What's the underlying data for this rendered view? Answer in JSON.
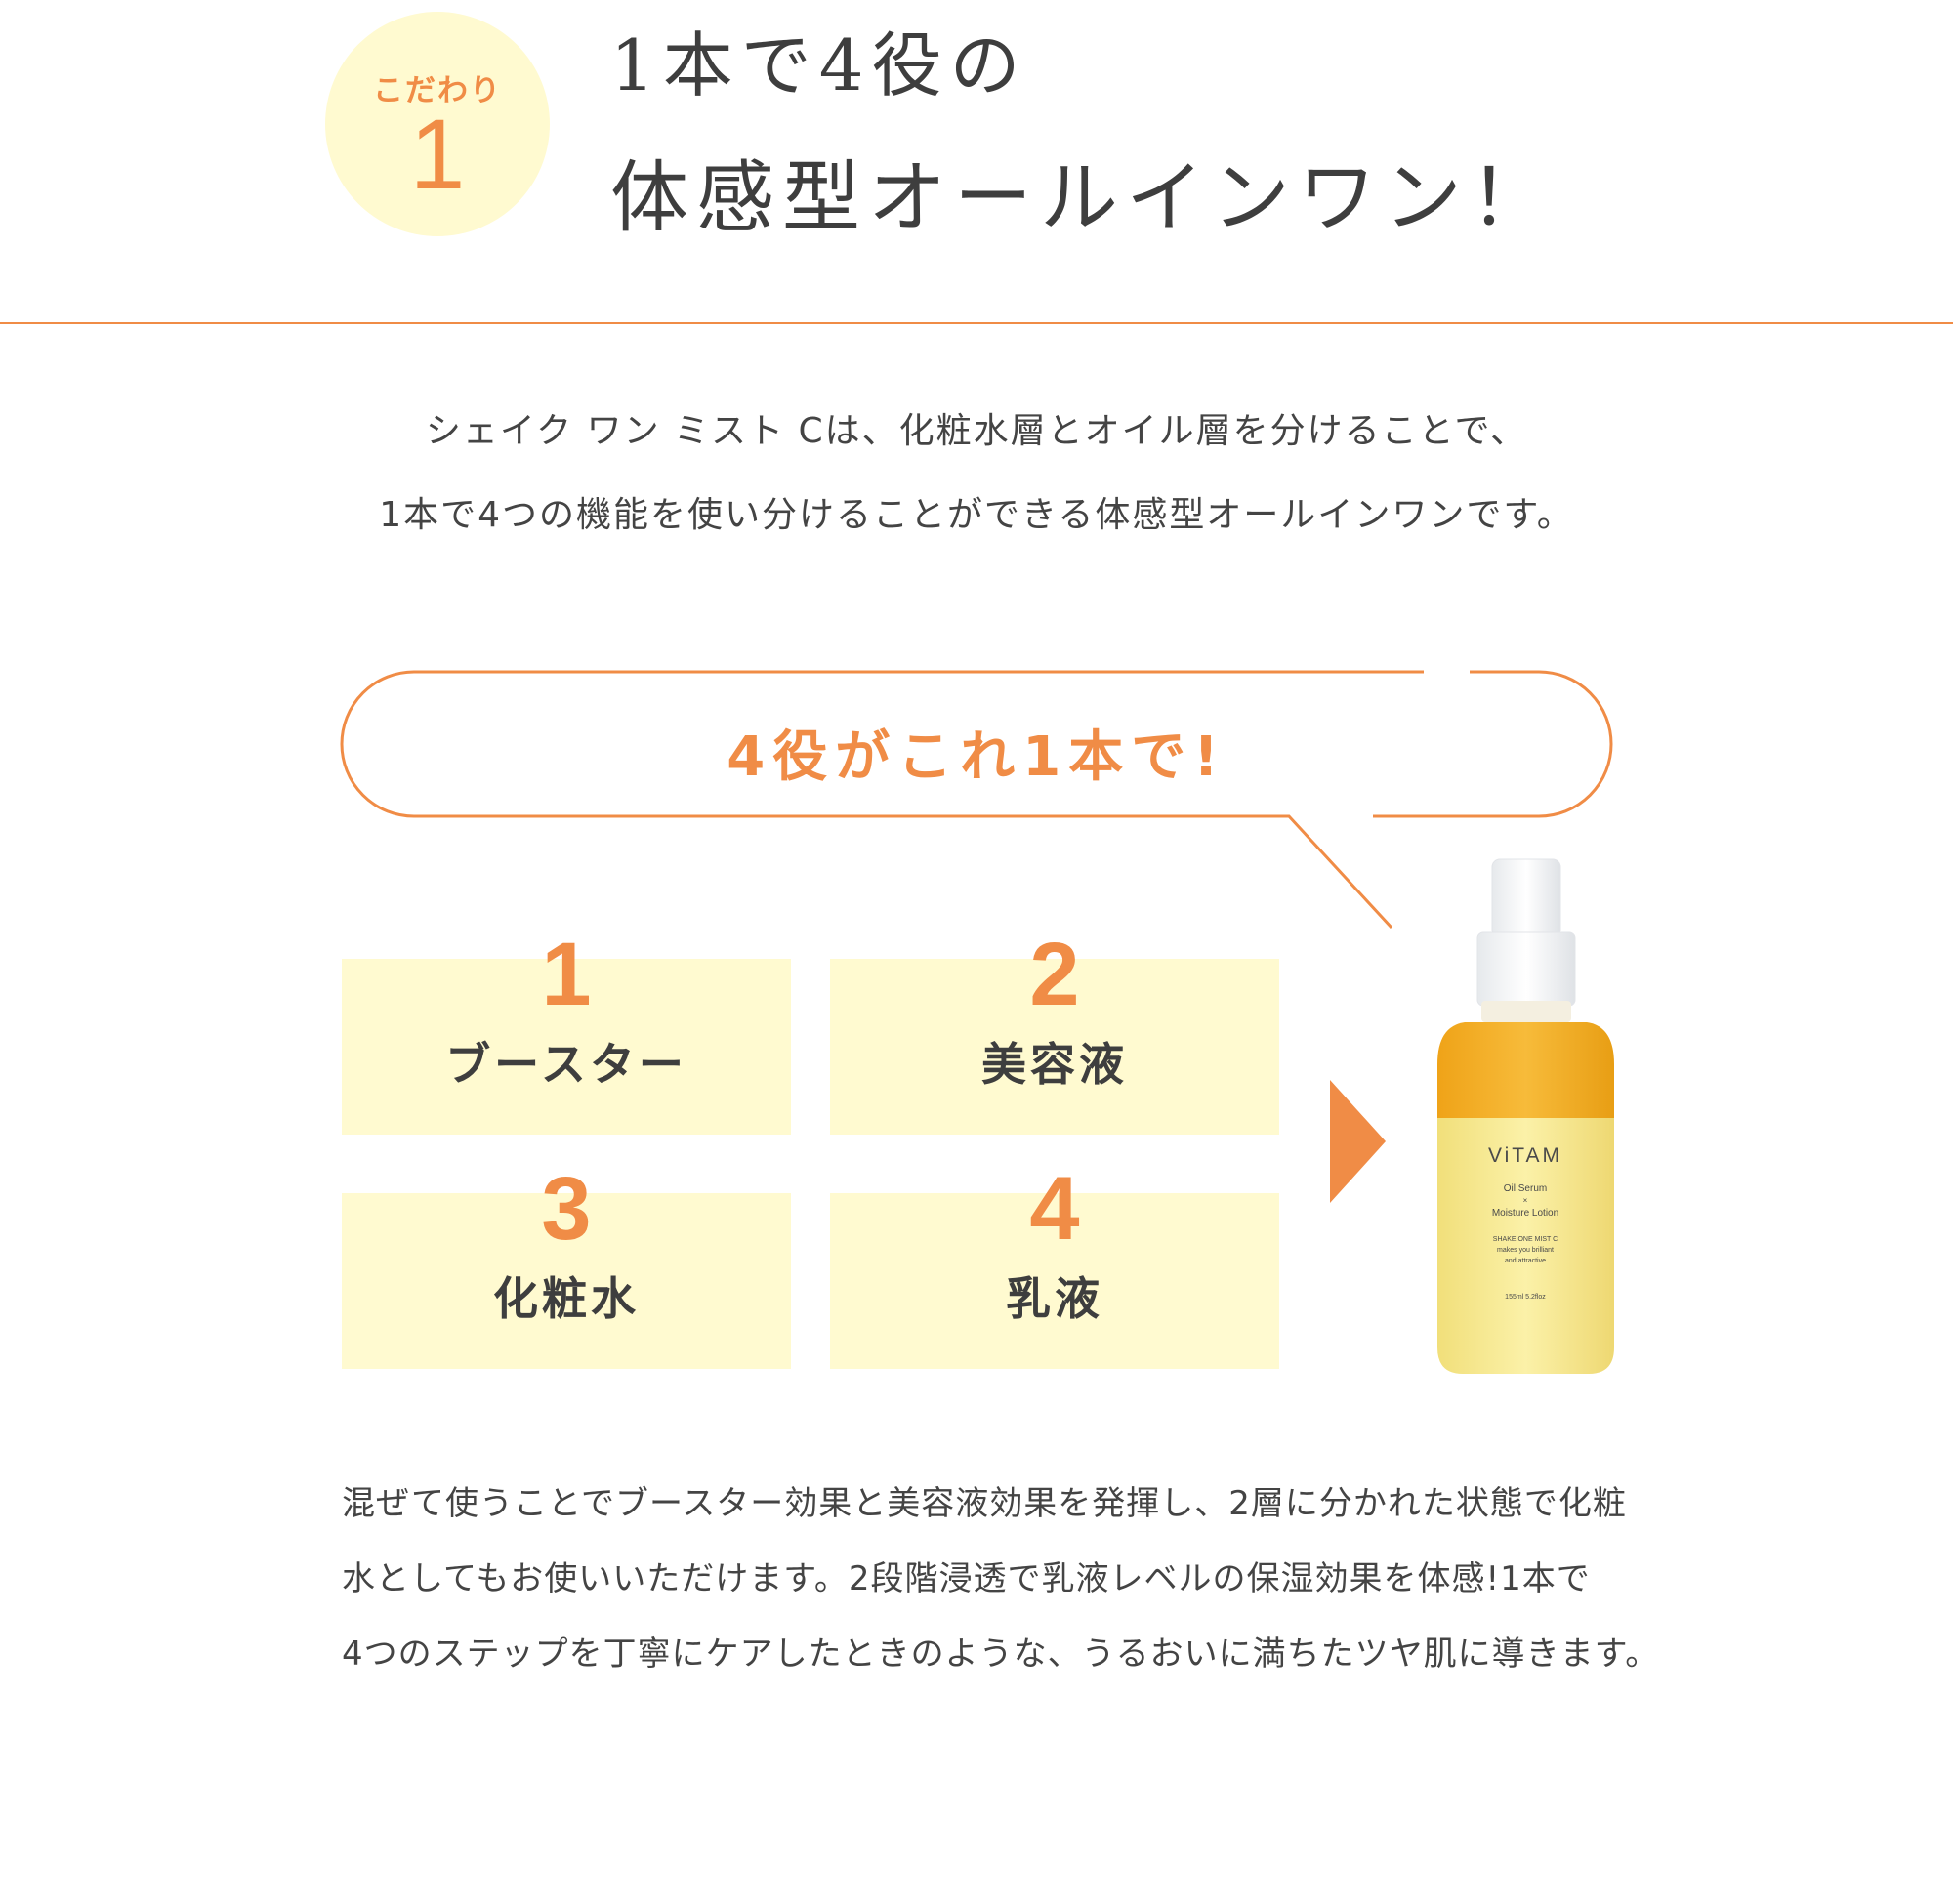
{
  "badge": {
    "label": "こだわり",
    "number": "1"
  },
  "title": {
    "line1": "1本で4役の",
    "line2": "体感型オールインワン！"
  },
  "intro": {
    "line1": "シェイク ワン ミスト Cは、化粧水層とオイル層を分けることで、",
    "line2": "1本で4つの機能を使い分けることができる体感型オールインワンです。"
  },
  "callout": "4役がこれ1本で!",
  "roles": [
    {
      "number": "1",
      "label": "ブースター"
    },
    {
      "number": "2",
      "label": "美容液"
    },
    {
      "number": "3",
      "label": "化粧水"
    },
    {
      "number": "4",
      "label": "乳液"
    }
  ],
  "product": {
    "brand": "ViTAM",
    "line1": "Oil Serum",
    "cross": "×",
    "line2": "Moisture Lotion",
    "tag1": "SHAKE ONE MIST C",
    "tag2": "makes you brilliant",
    "tag3": "and attractive",
    "volume": "155ml   5.2floz"
  },
  "description": {
    "line1": "混ぜて使うことでブースター効果と美容液効果を発揮し、2層に分かれた状態で化粧",
    "line2": "水としてもお使いいただけます。2段階浸透で乳液レベルの保湿効果を体感!1本で",
    "line3": "4つのステップを丁寧にケアしたときのような、うるおいに満ちたツヤ肌に導きます。"
  },
  "colors": {
    "accent": "#f08c46",
    "box_bg": "#fffad0",
    "text": "#444444"
  }
}
